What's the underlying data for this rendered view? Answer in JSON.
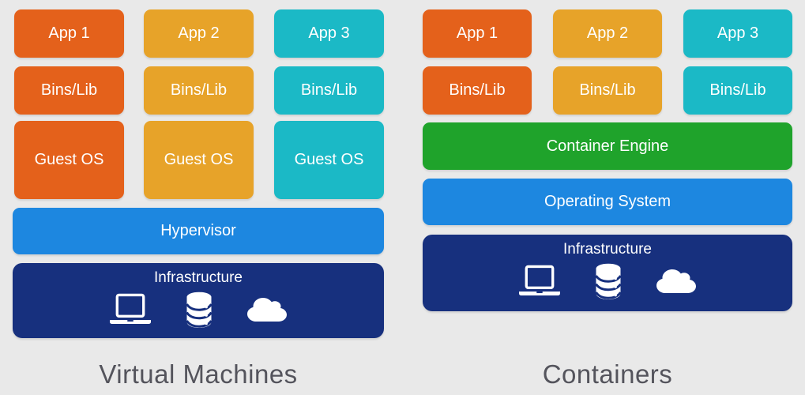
{
  "palette": {
    "background": "#E9E9E9",
    "orange": "#E4611B",
    "amber": "#E7A329",
    "teal": "#1BB9C6",
    "blue": "#1D87E0",
    "navy": "#17307E",
    "green": "#1FA32B",
    "box_text": "#FFFFFF",
    "caption_text": "#54545C"
  },
  "vm": {
    "caption": "Virtual Machines",
    "stacks": [
      {
        "app": "App 1",
        "bins": "Bins/Lib",
        "guest": "Guest OS"
      },
      {
        "app": "App 2",
        "bins": "Bins/Lib",
        "guest": "Guest OS"
      },
      {
        "app": "App 3",
        "bins": "Bins/Lib",
        "guest": "Guest OS"
      }
    ],
    "hypervisor": "Hypervisor",
    "infrastructure": {
      "label": "Infrastructure",
      "icons": [
        "laptop-icon",
        "database-icon",
        "cloud-icon"
      ]
    }
  },
  "containers": {
    "caption": "Containers",
    "stacks": [
      {
        "app": "App 1",
        "bins": "Bins/Lib"
      },
      {
        "app": "App 2",
        "bins": "Bins/Lib"
      },
      {
        "app": "App 3",
        "bins": "Bins/Lib"
      }
    ],
    "engine": "Container Engine",
    "os": "Operating System",
    "infrastructure": {
      "label": "Infrastructure",
      "icons": [
        "laptop-icon",
        "database-icon",
        "cloud-icon"
      ]
    }
  }
}
